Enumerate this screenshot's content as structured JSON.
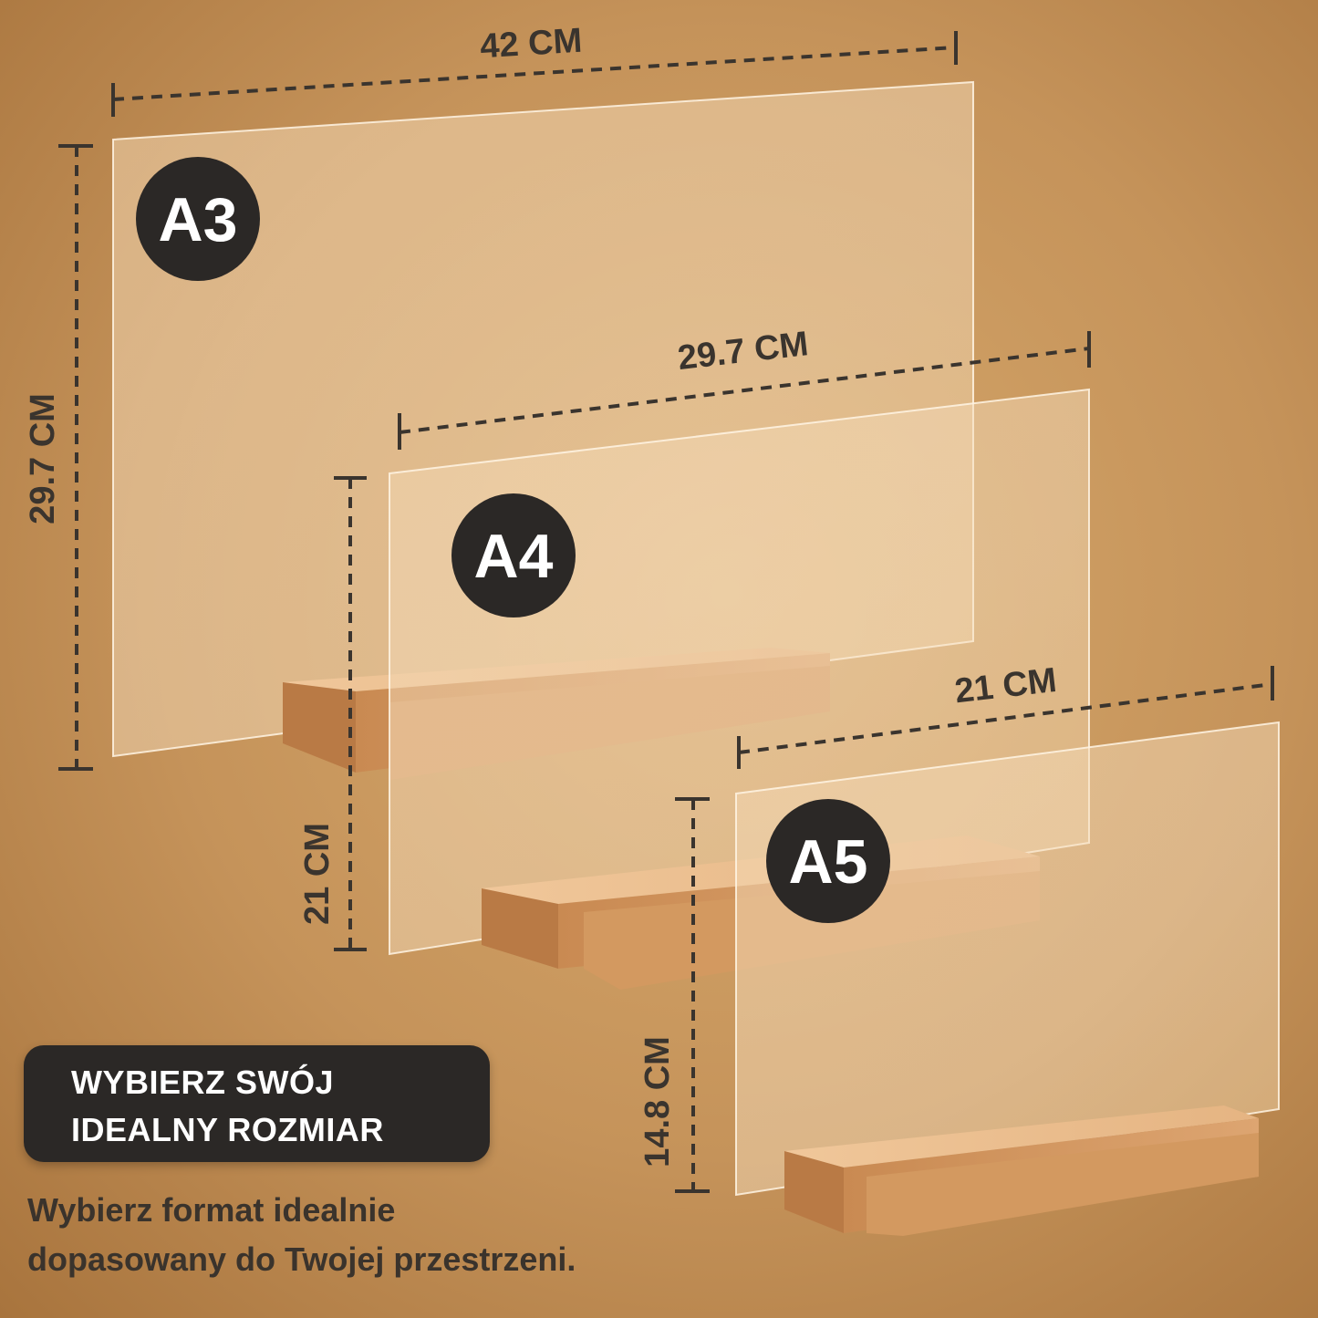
{
  "sizes": [
    {
      "badge": "A3",
      "width_label": "42 CM",
      "height_label": "29.7 CM"
    },
    {
      "badge": "A4",
      "width_label": "29.7 CM",
      "height_label": "21 CM"
    },
    {
      "badge": "A5",
      "width_label": "21 CM",
      "height_label": "14.8 CM"
    }
  ],
  "cta": {
    "line1": "WYBIERZ SWÓJ",
    "line2": "IDEALNY ROZMIAR"
  },
  "description": {
    "line1": "Wybierz format idealnie",
    "line2": "dopasowany do Twojej przestrzeni."
  },
  "colors": {
    "background": "#c5935a",
    "badge": "#2b2826",
    "dimension_lines": "#3a342e",
    "wood": "#d9a574"
  }
}
